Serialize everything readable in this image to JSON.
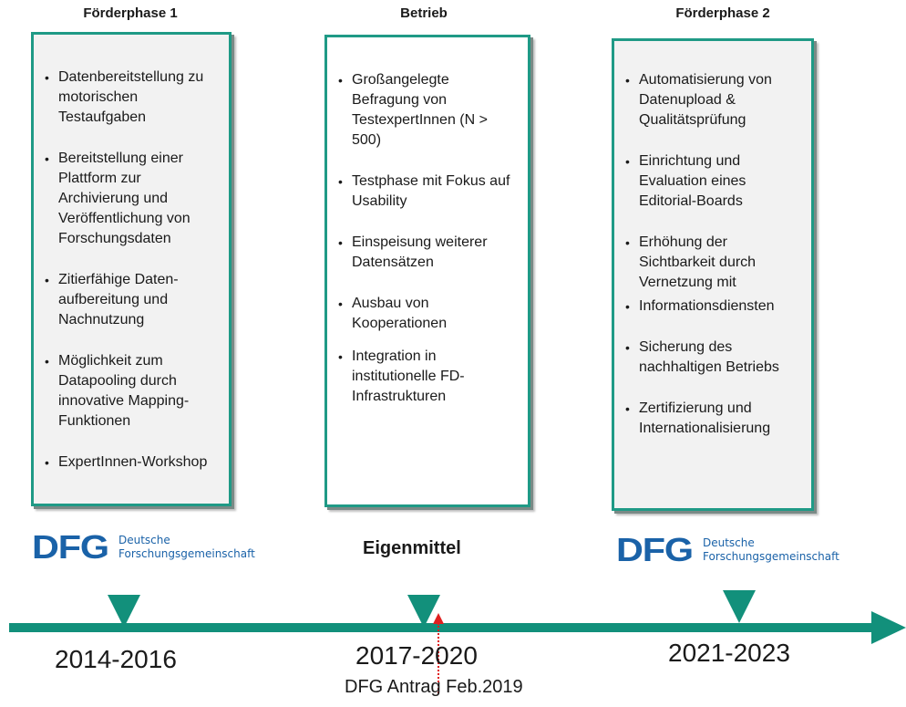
{
  "phases": [
    {
      "title": "Förderphase 1",
      "items": [
        "Datenbereitstellung zu motorischen Testaufgaben",
        "Bereitstellung einer Plattform zur Archivierung und Veröffentlichung von Forschungsdaten",
        "Zitierfähige Daten-aufbereitung und Nachnutzung",
        "Möglichkeit zum Datapooling durch innovative Mapping-Funktionen",
        "ExpertInnen-Workshop"
      ],
      "funding": "DFG"
    },
    {
      "title": "Betrieb",
      "items": [
        "Großangelegte Befragung von TestexpertInnen (N > 500)",
        "Testphase mit Fokus auf Usability",
        "Einspeisung weiterer Datensätzen",
        "Ausbau von Kooperationen",
        "Integration in institutionelle FD-Infrastrukturen"
      ],
      "funding": "Eigenmittel"
    },
    {
      "title": "Förderphase 2",
      "items": [
        "Automatisierung von Datenupload & Qualitätsprüfung",
        "Einrichtung und Evaluation eines Editorial-Boards",
        "Erhöhung der Sichtbarkeit durch Vernetzung mit",
        "Informationsdiensten",
        "Sicherung des nachhaltigen Betriebs",
        "Zertifizierung und Internationalisierung"
      ],
      "funding": "DFG"
    }
  ],
  "dfg_logo": {
    "letters": "DFG",
    "line1": "Deutsche",
    "line2": "Forschungsgemeinschaft"
  },
  "timeline": {
    "years": [
      "2014-2016",
      "2017-2020",
      "2021-2023"
    ],
    "note": "DFG Antrag Feb.2019"
  },
  "colors": {
    "teal": "#12907b",
    "dfg_blue": "#1a62a8",
    "marker_red": "#e02020"
  }
}
